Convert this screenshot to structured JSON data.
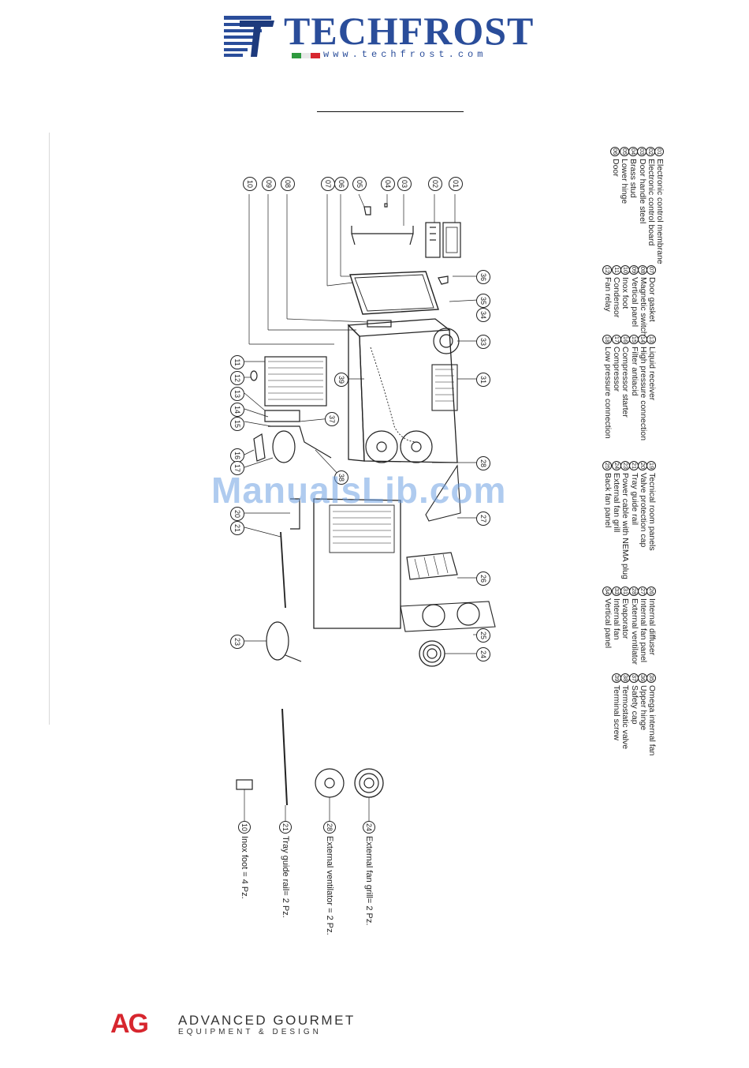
{
  "header": {
    "brand": "TECHFROST",
    "url": "www.techfrost.com",
    "brand_color": "#2a4d9a"
  },
  "legend": [
    {
      "num": "01",
      "label": "Electronic control membrane"
    },
    {
      "num": "02",
      "label": "Electronic control board"
    },
    {
      "num": "03",
      "label": "Door handle steel"
    },
    {
      "num": "04",
      "label": "Brass stud"
    },
    {
      "num": "05",
      "label": "Lower hinge"
    },
    {
      "num": "06",
      "label": "Door"
    },
    {
      "num": "07",
      "label": "Door gasket"
    },
    {
      "num": "08",
      "label": "Magnetic switch"
    },
    {
      "num": "09",
      "label": "Vertical panel"
    },
    {
      "num": "10",
      "label": "Inox foot"
    },
    {
      "num": "11",
      "label": "Condensor"
    },
    {
      "num": "12",
      "label": "Fan relay"
    },
    {
      "num": "13",
      "label": "Liquid receiver"
    },
    {
      "num": "14",
      "label": "High pressure connection"
    },
    {
      "num": "15",
      "label": "Filter antiacid"
    },
    {
      "num": "16",
      "label": "Compressor starter"
    },
    {
      "num": "17",
      "label": "Compressor"
    },
    {
      "num": "18",
      "label": "Low pressure connection"
    },
    {
      "num": "19",
      "label": "Tecnical room panels"
    },
    {
      "num": "20",
      "label": "Valve protection cap"
    },
    {
      "num": "21",
      "label": "Tray guide rail"
    },
    {
      "num": "23",
      "label": "Power cable with NEMA plug"
    },
    {
      "num": "24",
      "label": "External fan grill"
    },
    {
      "num": "25",
      "label": "Back fan panel"
    },
    {
      "num": "26",
      "label": "Internal diffuser"
    },
    {
      "num": "27",
      "label": "Internal fan panel"
    },
    {
      "num": "28",
      "label": "External ventilator"
    },
    {
      "num": "31",
      "label": "Evaporator"
    },
    {
      "num": "33",
      "label": "Internal fan"
    },
    {
      "num": "34",
      "label": "Vertical panel"
    },
    {
      "num": "35",
      "label": "Omega internal fan"
    },
    {
      "num": "36",
      "label": "Upper hinge"
    },
    {
      "num": "37",
      "label": "Safety cap"
    },
    {
      "num": "38",
      "label": "Termostatic valve"
    },
    {
      "num": "39",
      "label": "Terminal screw"
    }
  ],
  "callouts": [
    "01",
    "02",
    "03",
    "04",
    "05",
    "06",
    "07",
    "08",
    "09",
    "10",
    "11",
    "12",
    "13",
    "14",
    "15",
    "16",
    "17",
    "20",
    "21",
    "23",
    "24",
    "25",
    "26",
    "27",
    "28",
    "31",
    "33",
    "34",
    "35",
    "36",
    "37",
    "38",
    "39"
  ],
  "spares": [
    {
      "num": "10",
      "label": "Inox foot = 4 Pz."
    },
    {
      "num": "21",
      "label": "Tray guide rail= 2 Pz."
    },
    {
      "num": "28",
      "label": "External ventilator = 2 Pz."
    },
    {
      "num": "24",
      "label": "External fan grill= 2 Pz."
    }
  ],
  "watermark": "ManualsLib.com",
  "footer": {
    "mark": "AG",
    "name": "ADVANCED GOURMET",
    "tagline": "EQUIPMENT & DESIGN",
    "mark_color": "#d7262e"
  }
}
